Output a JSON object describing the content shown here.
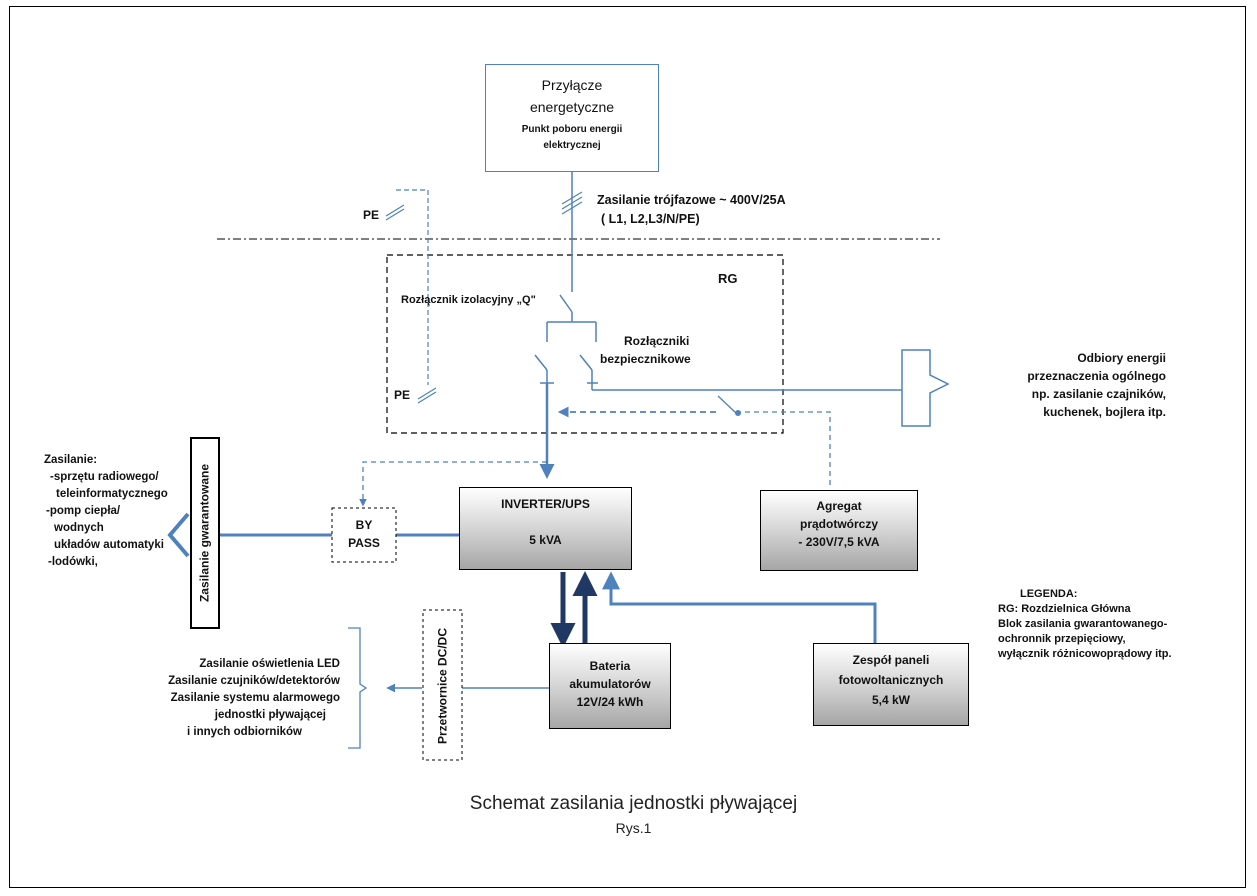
{
  "przylacze": {
    "title1": "Przyłącze",
    "title2": "energetyczne",
    "sub1": "Punkt poboru energii",
    "sub2": "elektrycznej"
  },
  "supply": {
    "line1": "Zasilanie trójfazowe ~ 400V/25A",
    "line2": "( L1, L2,L3/N/PE)"
  },
  "pe_top": "PE",
  "pe_bottom": "PE",
  "rg_label": "RG",
  "isolator": "Rozłącznik izolacyjny „Q\"",
  "fuse1": "Rozłączniki",
  "fuse2": "bezpiecznikowe",
  "odbiory": {
    "l1": "Odbiory energii",
    "l2": "przeznaczenia ogólnego",
    "l3": "np. zasilanie czajników,",
    "l4": "kuchenek, bojlera itp."
  },
  "zasilanie_left": {
    "l1": "Zasilanie:",
    "l2": "-sprzętu radiowego/",
    "l3": "teleinformatycznego",
    "l4": "-pomp ciepła/",
    "l5": "wodnych",
    "l6": "układów automatyki",
    "l7": "-lodówki,"
  },
  "gwarantowane": "Zasilanie gwarantowane",
  "bypass": {
    "l1": "BY",
    "l2": "PASS"
  },
  "inverter": {
    "l1": "INVERTER/UPS",
    "l2": "5 kVA"
  },
  "agregat": {
    "l1": "Agregat",
    "l2": "prądotwórczy",
    "l3": "- 230V/7,5 kVA"
  },
  "legenda": {
    "title": "LEGENDA:",
    "l1": "RG: Rozdzielnica Główna",
    "l2": "Blok zasilania gwarantowanego-",
    "l3": "ochronnik przepięciowy,",
    "l4": "wyłącznik różnicowoprądowy itp."
  },
  "dcdc": "Przetwornice DC/DC",
  "oswietlenie": {
    "l1": "Zasilanie oświetlenia   LED",
    "l2": "Zasilanie czujników/detektorów",
    "l3": "Zasilanie systemu alarmowego",
    "l4": "jednostki pływającej",
    "l5": "i innych odbiorników"
  },
  "bateria": {
    "l1": "Bateria",
    "l2": "akumulatorów",
    "l3": "12V/24 kWh"
  },
  "panele": {
    "l1": "Zespół paneli",
    "l2": "fotowoltanicznych",
    "l3": "5,4 kW"
  },
  "caption": {
    "title": "Schemat zasilania jednostki pływającej",
    "sub": "Rys.1"
  },
  "colors": {
    "line": "#4f81bd",
    "dark": "#1f3864",
    "dash": "#000000"
  }
}
